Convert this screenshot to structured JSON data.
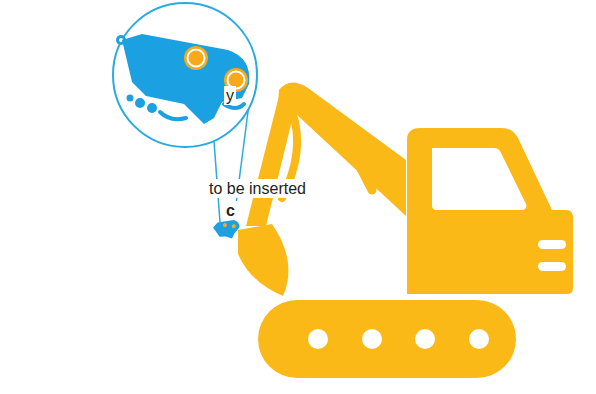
{
  "diagram": {
    "labels": [
      "y",
      "to be inserted",
      "c"
    ]
  }
}
